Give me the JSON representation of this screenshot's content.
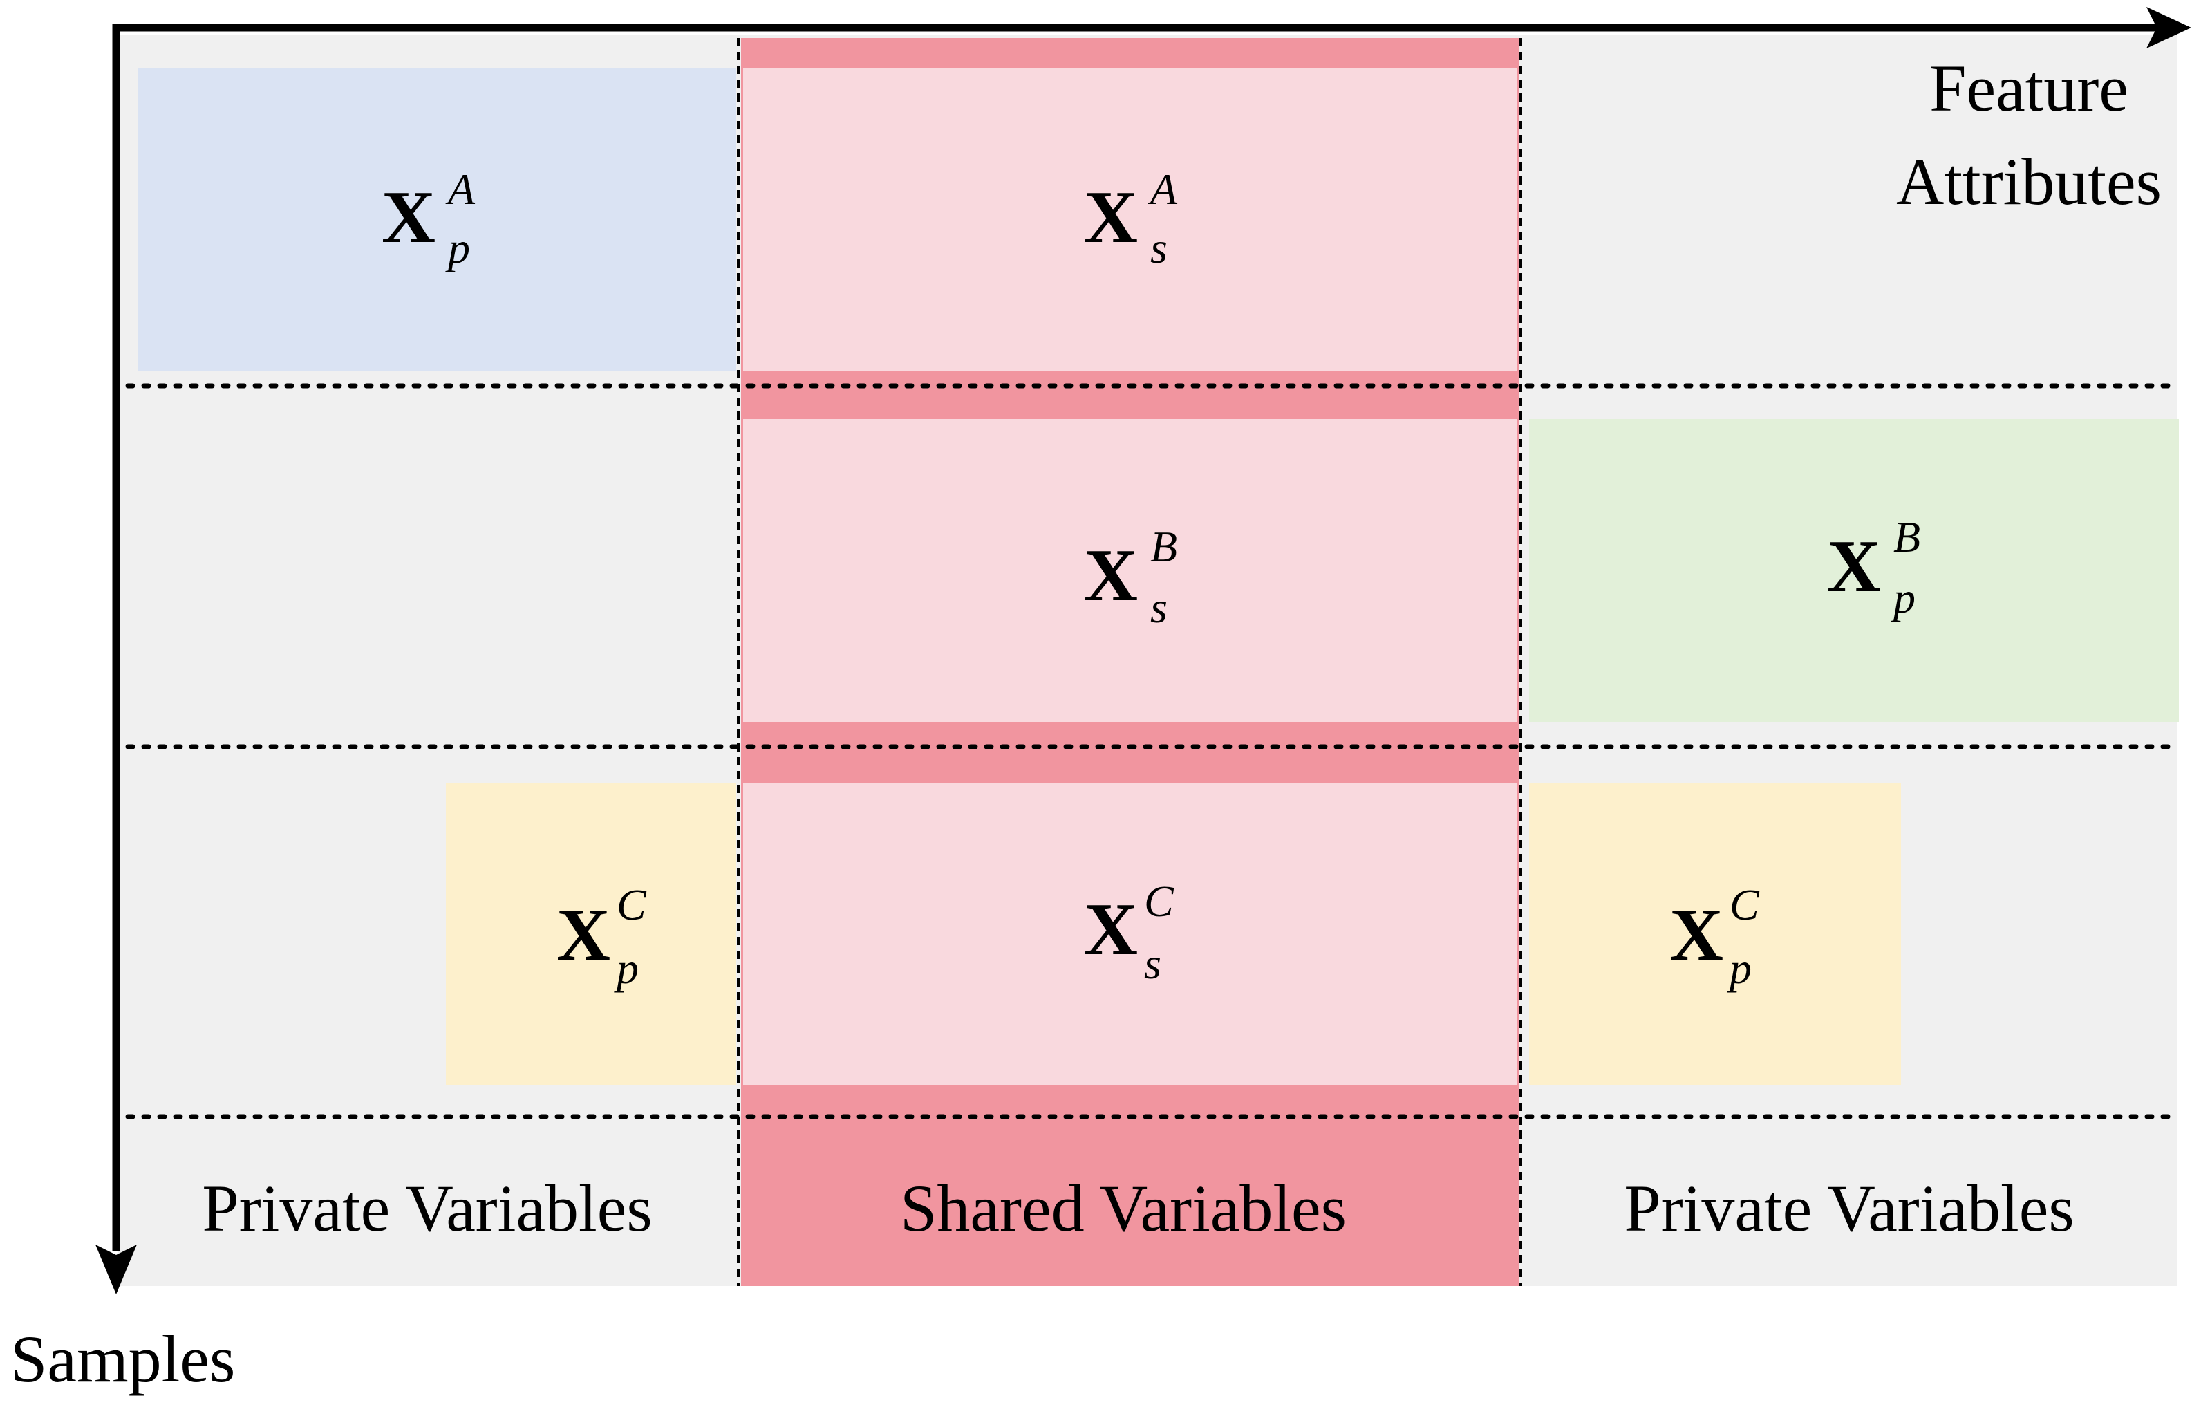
{
  "axes": {
    "x_label_line1": "Feature",
    "x_label_line2": "Attributes",
    "y_label": "Samples"
  },
  "columns": {
    "left": "Private Variables",
    "middle": "Shared Variables",
    "right": "Private Variables"
  },
  "blocks": [
    {
      "id": "xp-a",
      "symbol": "X",
      "sup": "A",
      "sub": "p",
      "color": "#dae3f3"
    },
    {
      "id": "xs-a",
      "symbol": "X",
      "sup": "A",
      "sub": "s",
      "color": "#f9d9de"
    },
    {
      "id": "xs-b",
      "symbol": "X",
      "sup": "B",
      "sub": "s",
      "color": "#f9d9de"
    },
    {
      "id": "xp-b",
      "symbol": "X",
      "sup": "B",
      "sub": "p",
      "color": "#e2f0d9"
    },
    {
      "id": "xp-c-left",
      "symbol": "X",
      "sup": "C",
      "sub": "p",
      "color": "#fdf0cc"
    },
    {
      "id": "xs-c",
      "symbol": "X",
      "sup": "C",
      "sub": "s",
      "color": "#f9d9de"
    },
    {
      "id": "xp-c-right",
      "symbol": "X",
      "sup": "C",
      "sub": "p",
      "color": "#fdf0cc"
    }
  ],
  "colors": {
    "background_panel": "#f0f0f0",
    "shared_band": "#f1959f",
    "shared_fill": "#f9d9de",
    "axis": "#000000"
  }
}
